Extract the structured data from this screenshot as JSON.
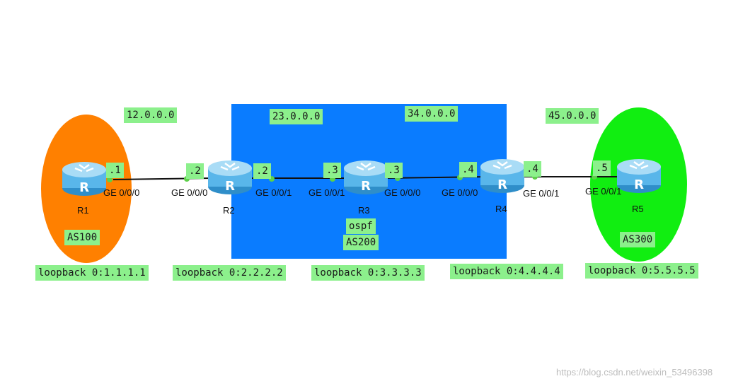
{
  "colors": {
    "as100": "#ff8000",
    "as200": "#0a7cff",
    "as300": "#11ee11",
    "tag_bg": "#8cf08c",
    "link": "#111111",
    "port_dot": "#5ed04a",
    "router_body": "#59b6ea"
  },
  "icons": {
    "router": "router-icon"
  },
  "networks": {
    "n12": "12.0.0.0",
    "n23": "23.0.0.0",
    "n34": "34.0.0.0",
    "n45": "45.0.0.0"
  },
  "areas": {
    "as100": "AS100",
    "as200": "AS200",
    "as200_protocol": "ospf",
    "as300": "AS300"
  },
  "routers": {
    "r1": {
      "name": "R1",
      "loopback": "loopback 0:1.1.1.1"
    },
    "r2": {
      "name": "R2",
      "loopback": "loopback 0:2.2.2.2"
    },
    "r3": {
      "name": "R3",
      "loopback": "loopback 0:3.3.3.3"
    },
    "r4": {
      "name": "R4",
      "loopback": "loopback 0:4.4.4.4"
    },
    "r5": {
      "name": "R5",
      "loopback": "loopback 0:5.5.5.5"
    }
  },
  "ports": {
    "r1_p1": {
      "iface": "GE 0/0/0",
      "ip": ".1"
    },
    "r2_p1": {
      "iface": "GE 0/0/0",
      "ip": ".2"
    },
    "r2_p2": {
      "iface": "GE 0/0/1",
      "ip": ".2"
    },
    "r3_p1": {
      "iface": "GE 0/0/1",
      "ip": ".3"
    },
    "r3_p2": {
      "iface": "GE 0/0/0",
      "ip": ".3"
    },
    "r4_p1": {
      "iface": "GE 0/0/0",
      "ip": ".4"
    },
    "r4_p2": {
      "iface": "GE 0/0/1",
      "ip": ".4"
    },
    "r5_p1": {
      "iface": "GE 0/0/1",
      "ip": ".5"
    }
  },
  "watermark": "https://blog.csdn.net/weixin_53496398"
}
